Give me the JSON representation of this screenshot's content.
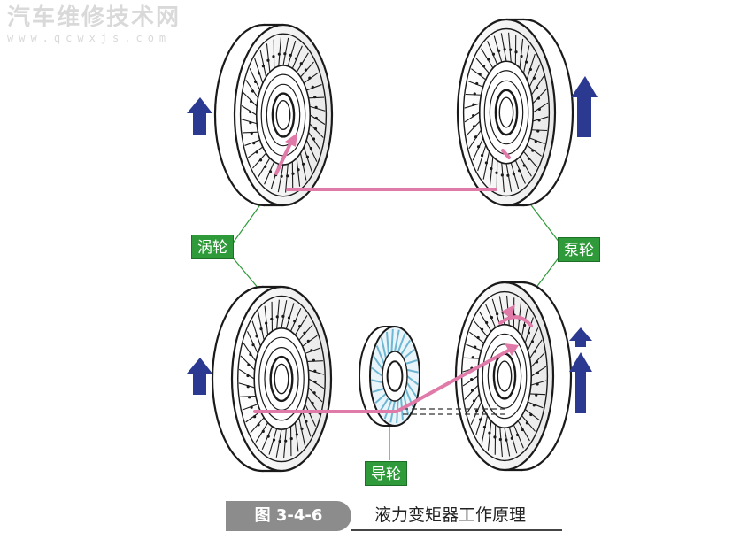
{
  "watermark": {
    "title": "汽车维修技术网",
    "url": "www.qcwxjs.com"
  },
  "labels": {
    "turbine": "涡轮",
    "pump": "泵轮",
    "stator": "导轮"
  },
  "caption": {
    "figure_number": "图 3-4-6",
    "title": "液力变矩器工作原理"
  },
  "colors": {
    "label_green": "#2f9a3a",
    "flow_pink": "#e07aa8",
    "arrow_navy": "#2b3990",
    "caption_gray": "#8c8c8c",
    "stator_blue": "#9fd3e8"
  }
}
